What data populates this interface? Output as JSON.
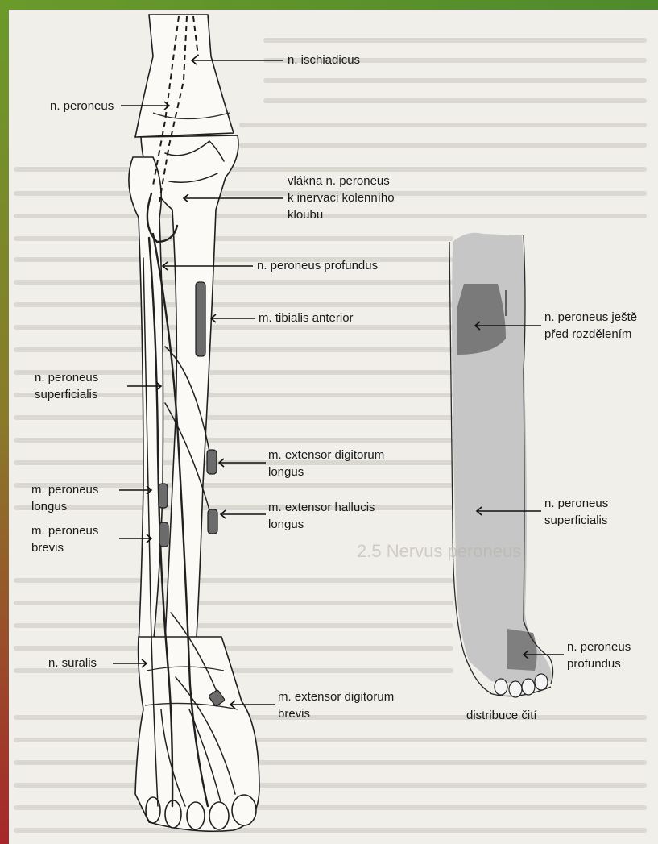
{
  "colors": {
    "frame_gradient_start": "#6a9a2a",
    "frame_gradient_end": "#a8262a",
    "background": "#f1efe9",
    "skin_shade": "#c8c8c8",
    "dark_shade": "#7d7d7d"
  },
  "left_labels": {
    "ischiadicus": "n. ischiadicus",
    "peroneus": "n. peroneus",
    "vlakna_line1": "vlákna n. peroneus",
    "vlakna_line2": "k inervaci kolenního",
    "vlakna_line3": "kloubu",
    "profundus": "n. peroneus profundus",
    "tibialis": "m. tibialis anterior",
    "superficialis_line1": "n. peroneus",
    "superficialis_line2": "superficialis",
    "ext_digitorum_line1": "m. extensor digitorum",
    "ext_digitorum_line2": "longus",
    "peroneus_longus_line1": "m. peroneus",
    "peroneus_longus_line2": "longus",
    "ext_hallucis_line1": "m. extensor hallucis",
    "ext_hallucis_line2": "longus",
    "peroneus_brevis_line1": "m. peroneus",
    "peroneus_brevis_line2": "brevis",
    "suralis": "n. suralis",
    "ext_dig_brevis_line1": "m. extensor digitorum",
    "ext_dig_brevis_line2": "brevis"
  },
  "right_labels": {
    "before_division_line1": "n. peroneus ještě",
    "before_division_line2": "před rozdělením",
    "superficialis_line1": "n. peroneus",
    "superficialis_line2": "superficialis",
    "profundus_line1": "n. peroneus",
    "profundus_line2": "profundus",
    "caption": "distribuce čití"
  },
  "background_text_heading": "2.5 Nervus peroneus"
}
